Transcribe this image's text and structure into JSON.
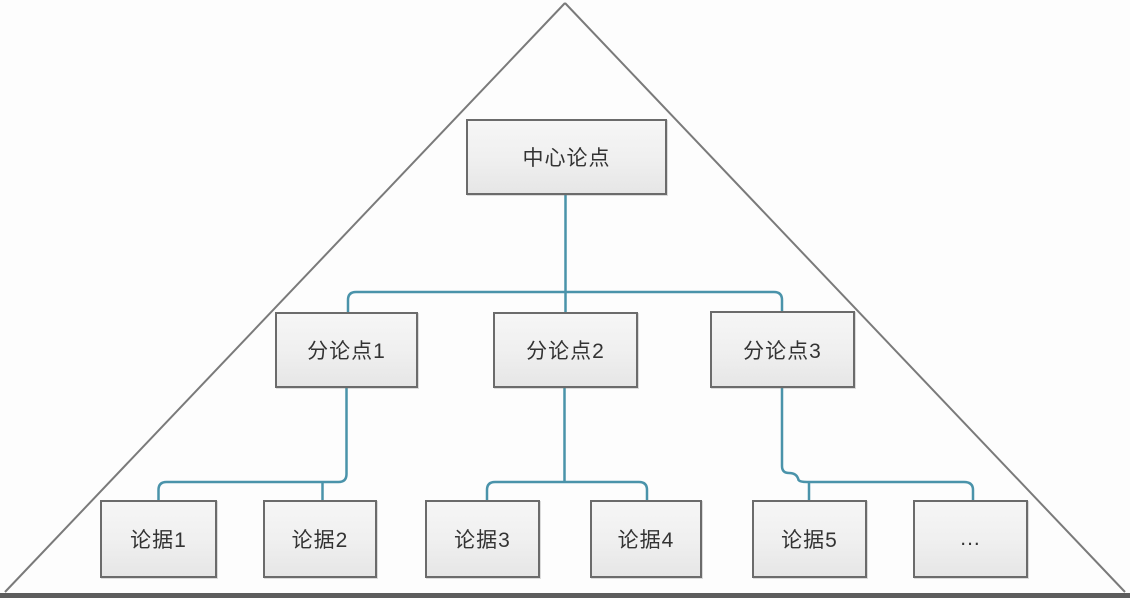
{
  "diagram": {
    "title": "pyramid-argument-structure",
    "nodes": {
      "central": {
        "label": "中心论点",
        "level": "top"
      },
      "sub1": {
        "label": "分论点1",
        "level": "middle"
      },
      "sub2": {
        "label": "分论点2",
        "level": "middle"
      },
      "sub3": {
        "label": "分论点3",
        "level": "middle"
      },
      "ev1": {
        "label": "论据1",
        "level": "bottom"
      },
      "ev2": {
        "label": "论据2",
        "level": "bottom"
      },
      "ev3": {
        "label": "论据3",
        "level": "bottom"
      },
      "ev4": {
        "label": "论据4",
        "level": "bottom"
      },
      "ev5": {
        "label": "论据5",
        "level": "bottom"
      },
      "ev6": {
        "label": "...",
        "level": "bottom"
      }
    },
    "edges": [
      "central->sub1",
      "central->sub2",
      "central->sub3",
      "sub1->ev1",
      "sub1->ev2",
      "sub2->ev3",
      "sub2->ev4",
      "sub3->ev5",
      "sub3->ev6"
    ],
    "colors": {
      "background": "#fdfdfd",
      "connector": "#4a93aa",
      "box_border": "#6b6b6b",
      "box_fill_top": "#f6f6f6",
      "box_fill_bottom": "#e6e6e6",
      "triangle_side": "#7a7a7a",
      "triangle_base": "#5c5c5c",
      "text": "#333333"
    }
  }
}
